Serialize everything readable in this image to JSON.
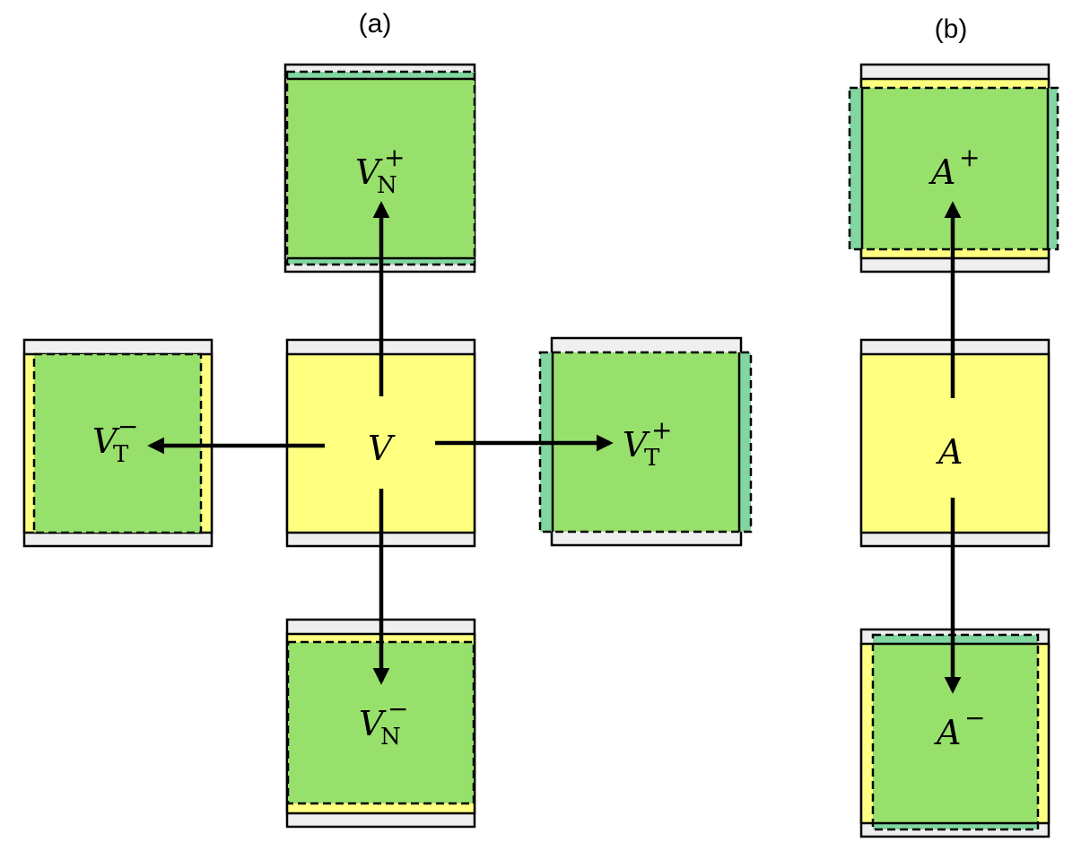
{
  "panels": {
    "a": {
      "label": "(a)",
      "center": {
        "symbol": "V",
        "sub": "",
        "sup": ""
      },
      "top": {
        "symbol": "V",
        "sub": "N",
        "sup": "+"
      },
      "bottom": {
        "symbol": "V",
        "sub": "N",
        "sup": "−"
      },
      "left": {
        "symbol": "V",
        "sub": "T",
        "sup": "−"
      },
      "right": {
        "symbol": "V",
        "sub": "T",
        "sup": "+"
      }
    },
    "b": {
      "label": "(b)",
      "center": {
        "symbol": "A",
        "sup": ""
      },
      "top": {
        "symbol": "A",
        "sup": "+"
      },
      "bottom": {
        "symbol": "A",
        "sup": "−"
      }
    }
  },
  "colors": {
    "cell_fill": "#ffff80",
    "deformed_fill": "#98e06c",
    "overlap_fill": "#82d6a0",
    "plate_fill": "#efefef"
  }
}
